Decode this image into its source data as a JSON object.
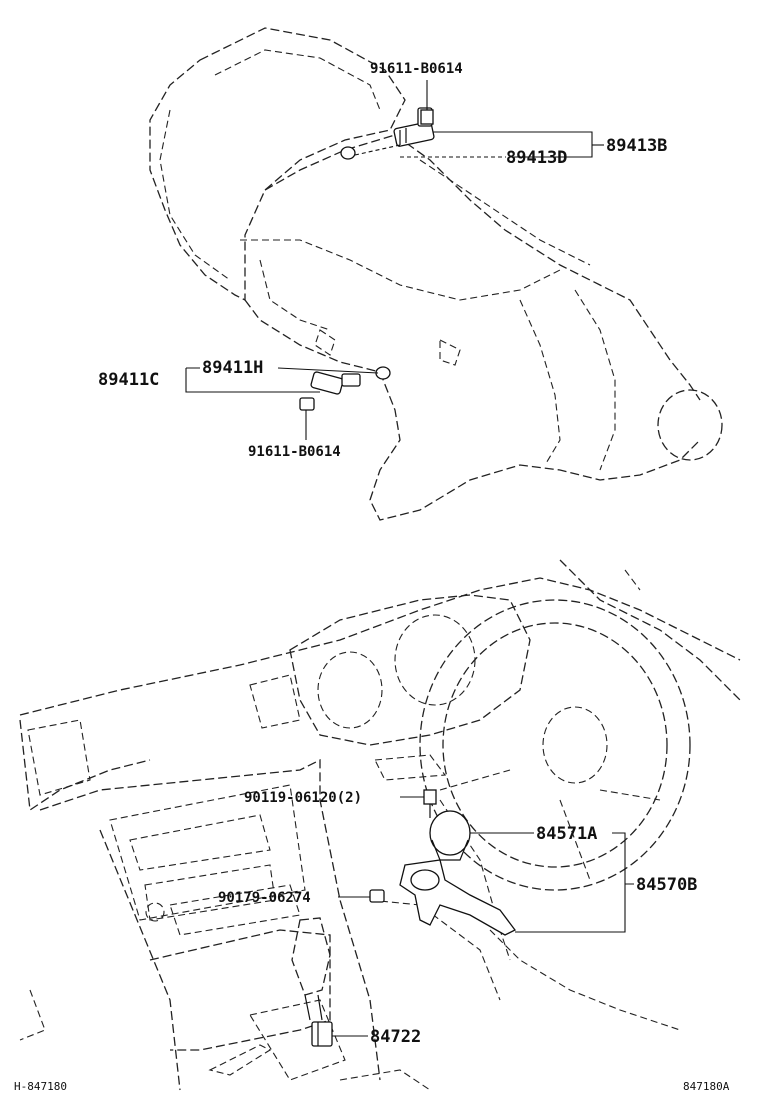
{
  "diagram": {
    "labels": {
      "bolt_top": "91611-B0614",
      "sensor_top_assy": "89413B",
      "sensor_top_ring": "89413D",
      "sensor_bottom_assy": "89411C",
      "sensor_bottom_part": "89411H",
      "bolt_bottom": "91611-B0614",
      "bolt_steering": "90119-06120(2)",
      "nut_steering": "90179-06274",
      "switch_part": "84571A",
      "switch_assy": "84570B",
      "shift_switch": "84722"
    },
    "captions": {
      "left_code": "H-847180",
      "right_code": "847180A"
    }
  }
}
